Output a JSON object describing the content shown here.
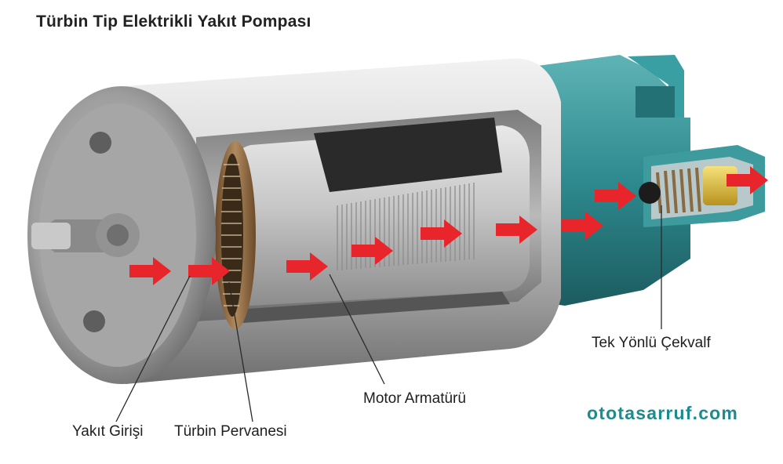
{
  "title": "Türbin Tip Elektrikli Yakıt Pompası",
  "labels": {
    "fuel_inlet": "Yakıt Girişi",
    "turbine_impeller": "Türbin Pervanesi",
    "motor_armature": "Motor Armatürü",
    "check_valve": "Tek Yönlü Çekvalf"
  },
  "brand": "ototasarruf.com",
  "colors": {
    "flow_arrow": "#e8252a",
    "housing": "#c8c8c8",
    "end_cap": "#2d8a8e",
    "brand_text": "#1f8a8c"
  }
}
